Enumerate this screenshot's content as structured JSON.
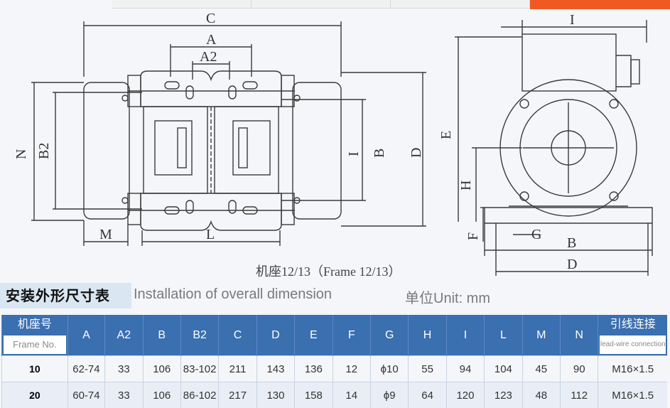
{
  "drawing": {
    "left_view_labels": {
      "c": "C",
      "a": "A",
      "a2": "A2",
      "n": "N",
      "b2": "B2",
      "i": "I",
      "b": "B",
      "d": "D",
      "m": "M",
      "l": "L"
    },
    "right_view_labels": {
      "i": "I",
      "e": "E",
      "h": "H",
      "f": "F",
      "g": "G",
      "b": "B",
      "d": "D"
    },
    "caption": "机座12/13（Frame 12/13）"
  },
  "section": {
    "title_cn": "安装外形尺寸表",
    "title_en": "Installation of overall dimension",
    "unit": "单位Unit: mm"
  },
  "table": {
    "frame_header_cn": "机座号",
    "frame_header_en": "Frame No.",
    "lead_header_cn": "引线连接",
    "lead_header_en": "lead-wire connection",
    "columns": [
      "A",
      "A2",
      "B",
      "B2",
      "C",
      "D",
      "E",
      "F",
      "G",
      "H",
      "I",
      "L",
      "M",
      "N"
    ],
    "rows": [
      {
        "frame": "10",
        "values": [
          "62-74",
          "33",
          "106",
          "83-102",
          "211",
          "143",
          "136",
          "12",
          "ϕ10",
          "55",
          "94",
          "104",
          "45",
          "90"
        ],
        "lead": "M16×1.5"
      },
      {
        "frame": "20",
        "values": [
          "60-74",
          "33",
          "106",
          "86-102",
          "217",
          "130",
          "158",
          "14",
          "ϕ9",
          "64",
          "120",
          "123",
          "48",
          "112"
        ],
        "lead": "M16×1.5"
      }
    ]
  }
}
